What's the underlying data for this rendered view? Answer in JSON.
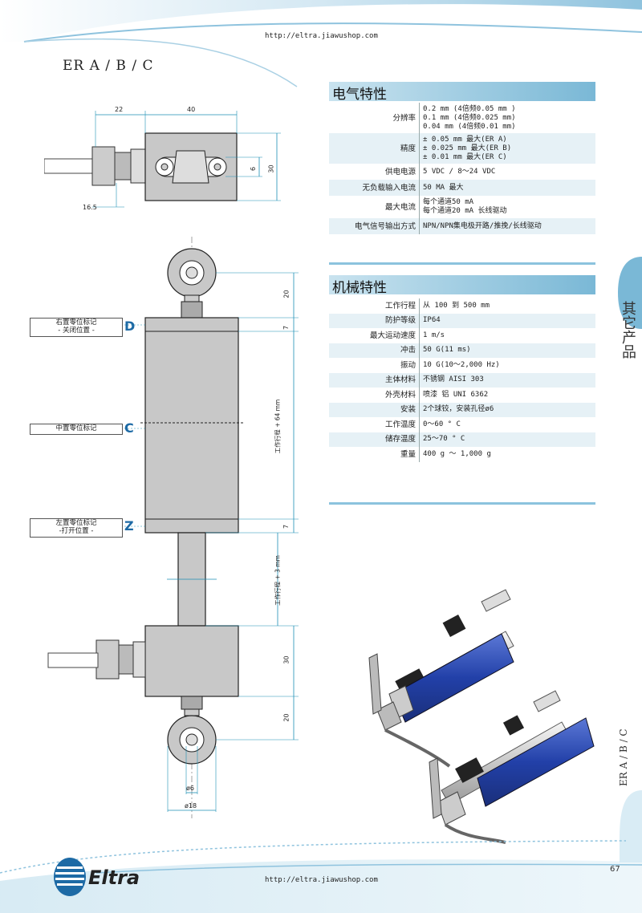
{
  "header": {
    "url": "http://eltra.jiawushop.com"
  },
  "page_title": "ER A / B / C",
  "electrical": {
    "title": "电气特性",
    "rows": [
      {
        "key": "分辨率",
        "lines": [
          "0.2 mm (4倍频0.05 mm )",
          "0.1 mm (4倍频0.025 mm)",
          "0.04 mm (4倍频0.01 mm)"
        ]
      },
      {
        "key": "精度",
        "lines": [
          "± 0.05 mm 最大(ER A)",
          "± 0.025 mm 最大(ER B)",
          "± 0.01 mm 最大(ER C)"
        ]
      },
      {
        "key": "供电电源",
        "lines": [
          "5 VDC / 8～24 VDC"
        ]
      },
      {
        "key": "无负载输入电流",
        "lines": [
          "50 MA 最大"
        ]
      },
      {
        "key": "最大电流",
        "lines": [
          "每个通道50 mA",
          "每个通道20 mA 长线驱动"
        ]
      },
      {
        "key": "电气信号输出方式",
        "lines": [
          "NPN/NPN集电极开路/推挽/长线驱动"
        ]
      }
    ]
  },
  "mechanical": {
    "title": "机械特性",
    "rows": [
      {
        "key": "工作行程",
        "value": "从 100 到 500 mm"
      },
      {
        "key": "防护等级",
        "value": "IP64"
      },
      {
        "key": "最大运动速度",
        "value": "1 m/s"
      },
      {
        "key": "冲击",
        "value": "50 G(11 ms)"
      },
      {
        "key": "振动",
        "value": "10 G(10～2,000 Hz)"
      },
      {
        "key": "主体材料",
        "value": "不锈钢 AISI 303"
      },
      {
        "key": "外壳材料",
        "value": "喷漆 铝 UNI 6362"
      },
      {
        "key": "安装",
        "value": "2个球铰，安装孔径ø6"
      },
      {
        "key": "工作温度",
        "value": "0～60 ° C"
      },
      {
        "key": "储存温度",
        "value": " 25～70 ° C"
      },
      {
        "key": "重量",
        "value": " 400 g ～ 1,000 g"
      }
    ]
  },
  "side_tab": {
    "category": "其它产品",
    "model": "ER A / B / C"
  },
  "drawing": {
    "top_dims": {
      "d22": "22",
      "d40": "40",
      "d6": "6",
      "d30": "30",
      "d165": "16.5"
    },
    "labels": {
      "d_label_1": "右置零位标记",
      "d_label_2": "- 关闭位置 -",
      "c_label": "中置零位标记",
      "z_label_1": "左置零位标记",
      "z_label_2": "-打开位置 -",
      "letter_d": "D",
      "letter_c": "C",
      "letter_z": "Z"
    },
    "side_dims": {
      "d20a": "20",
      "d7a": "7",
      "stroke64": "工作行程 + 64 mm",
      "d7b": "7",
      "stroke3": "工作行程 + 3 mm",
      "d30": "30",
      "d20b": "20",
      "phi6": "ø6",
      "phi18": "ø18"
    }
  },
  "footer": {
    "brand": "Eltra",
    "url": "http://eltra.jiawushop.com",
    "page": "67"
  },
  "colors": {
    "accent": "#7ab8d6",
    "brand_blue": "#1d6aa5",
    "body_gray": "#c8c8c8"
  }
}
